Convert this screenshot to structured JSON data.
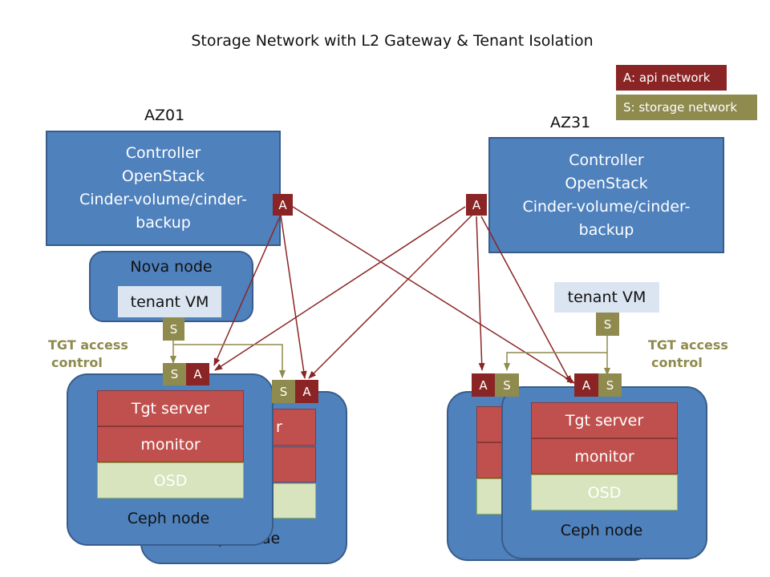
{
  "title": "Storage Network with L2 Gateway & Tenant Isolation",
  "legend": {
    "api": "A: api network",
    "storage": "S: storage network"
  },
  "az_left": {
    "name": "AZ01",
    "controller_lines": [
      "Controller",
      "OpenStack",
      "Cinder-volume/cinder-",
      "backup"
    ],
    "nova_node": "Nova node",
    "tenant_vm": "tenant VM",
    "tgt_note_lines": [
      "TGT access",
      "control"
    ],
    "ceph_front": {
      "tgt": "Tgt server",
      "monitor": "monitor",
      "osd": "OSD",
      "label": "Ceph node"
    },
    "ceph_back": {
      "label": "Ceph node",
      "tgt_fragment": "r"
    }
  },
  "az_right": {
    "name": "AZ31",
    "controller_lines": [
      "Controller",
      "OpenStack",
      "Cinder-volume/cinder-",
      "backup"
    ],
    "tenant_vm": "tenant VM",
    "tgt_note_lines": [
      "TGT access",
      "control"
    ],
    "ceph_front": {
      "tgt": "Tgt server",
      "monitor": "monitor",
      "osd": "OSD",
      "label": "Ceph node"
    }
  },
  "tags": {
    "a": "A",
    "s": "S"
  },
  "colors": {
    "api": "#8b2525",
    "storage": "#8f8a4e",
    "node": "#4f81bd",
    "bar": "#c0504d",
    "osd": "#d7e4bd"
  }
}
